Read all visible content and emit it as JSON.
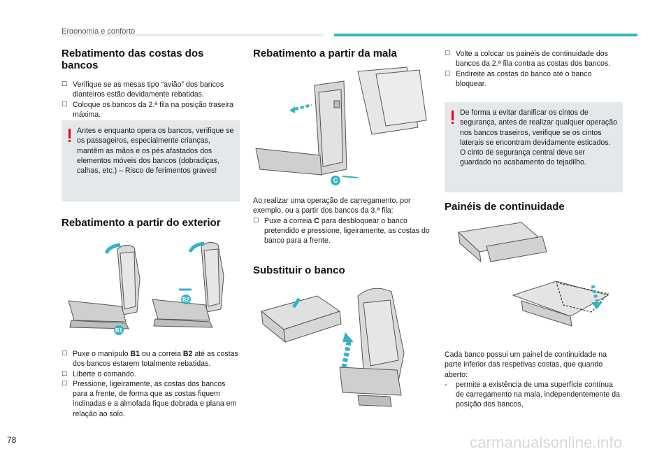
{
  "header": {
    "section": "Ergonomia e conforto",
    "accent": "#34b3c6"
  },
  "page_number": "78",
  "watermark": "carmanualsonline.info",
  "col1": {
    "title": "Rebatimento das costas dos bancos",
    "bullets": [
      "Verifique se as mesas tipo “avião” dos bancos dianteiros estão devidamente rebatidas.",
      "Coloque os bancos da 2.ª fila na posição traseira máxima."
    ],
    "warning": "Antes e enquanto opera os bancos, verifique se os passageiros, especialmente crianças, mantêm as mãos e os pés afastados dos elementos móveis dos bancos (dobradiças, calhas, etc.) – Risco de ferimentos graves!",
    "title2": "Rebatimento a partir do exterior",
    "img_labels": {
      "b1": "B1",
      "b2": "B2"
    },
    "steps": {
      "s1_pre": "Puxe o manípulo ",
      "s1_b1": "B1",
      "s1_mid": " ou a correia ",
      "s1_b2": "B2",
      "s1_post": " até as costas dos bancos estarem totalmente rebatidas.",
      "s2": "Liberte o comando.",
      "s3": "Pressione, ligeiramente, as costas dos bancos para a frente, de forma que as costas fiquem inclinadas e a almofada fique dobrada e plana em relação ao solo."
    }
  },
  "col2": {
    "title": "Rebatimento a partir da mala",
    "img_label": "C",
    "intro": "Ao realizar uma operação de carregamento, por exemplo, ou a partir dos bancos da 3.ª fila:",
    "bullet_pre": "Puxe a correia ",
    "bullet_c": "C",
    "bullet_post": " para desbloquear o banco pretendido e pressione, ligeiramente, as costas do banco para a frente.",
    "title2": "Substituir o banco"
  },
  "col3": {
    "bullets": [
      "Volte a colocar os painéis de continuidade dos bancos da 2.ª fila contra as costas dos bancos.",
      "Endireite as costas do banco até o banco bloquear."
    ],
    "warning": "De forma a evitar danificar os cintos de segurança, antes de realizar qualquer operação nos bancos traseiros, verifique se os cintos laterais se encontram devidamente esticados. O cinto de segurança central deve ser guardado no acabamento do tejadilho.",
    "title": "Painéis de continuidade",
    "para": "Cada banco possui um painel de continuidade na parte inferior das respetivas costas, que quando aberto:",
    "dash": "permite a existência de uma superfície contínua de carregamento na mala, independentemente da posição dos bancos,"
  }
}
